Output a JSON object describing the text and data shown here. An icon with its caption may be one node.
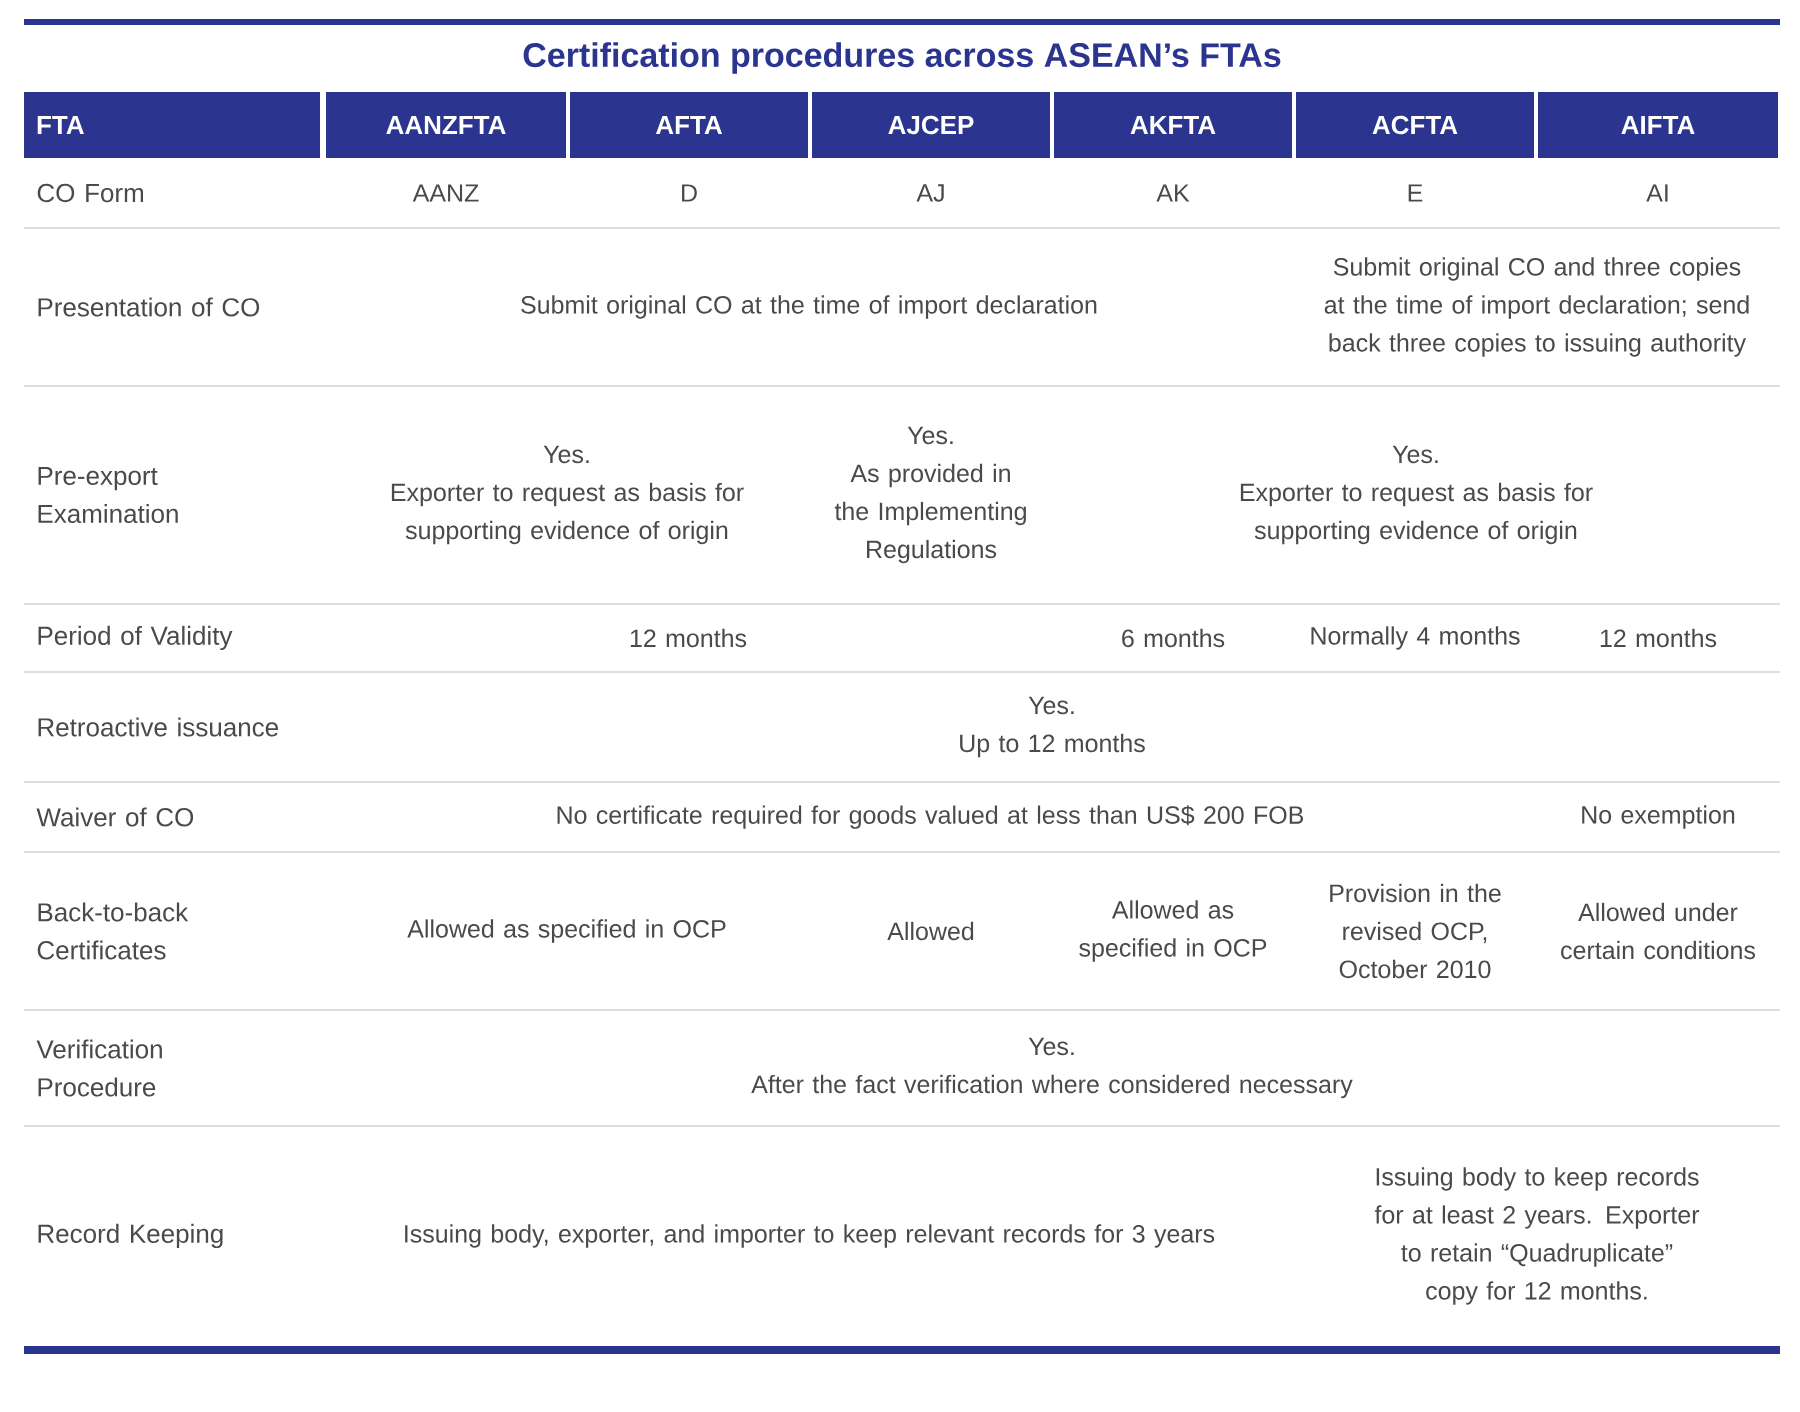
{
  "diagram": {
    "title": "Certification procedures across ASEAN’s FTAs",
    "labels": [
      "FTA",
      "AANZFTA",
      "AFTA",
      "AJCEP",
      "AKFTA",
      "ACFTA",
      "AIFTA",
      "CO Form",
      "AANZ",
      "D",
      "AJ",
      "AK",
      "E",
      "AI",
      "Presentation of CO",
      "Submit original CO at the time of import declaration",
      "Submit original CO and three copies at the time of import declaration; send back three copies to issuing authority",
      "Pre-export Examination",
      "Yes.",
      "Exporter to request as basis for supporting evidence of origin",
      "Yes.",
      "As provided in the Implementing Regulations",
      "Yes.",
      "Exporter to request as basis for supporting evidence of origin",
      "Period of Validity",
      "12 months",
      "6 months",
      "Normally 4 months",
      "12 months",
      "Retroactive issuance",
      "Yes.",
      "Up to 12 months",
      "Waiver of CO",
      "No certificate required for goods valued at less than US$ 200 FOB",
      "No exemption",
      "Back-to-back Certificates",
      "Allowed as specified in OCP",
      "Allowed",
      "Allowed as specified in OCP",
      "Provision in the revised OCP, October 2010",
      "Allowed under certain conditions",
      "Verification Procedure",
      "Yes.",
      "After the fact verification where considered necessary",
      "Record Keeping",
      "Issuing body, exporter, and importer to keep relevant records for 3 years",
      "Issuing body to keep records for at least 2 years. Exporter to retain “Quadruplicate” copy for 12 months."
    ]
  }
}
